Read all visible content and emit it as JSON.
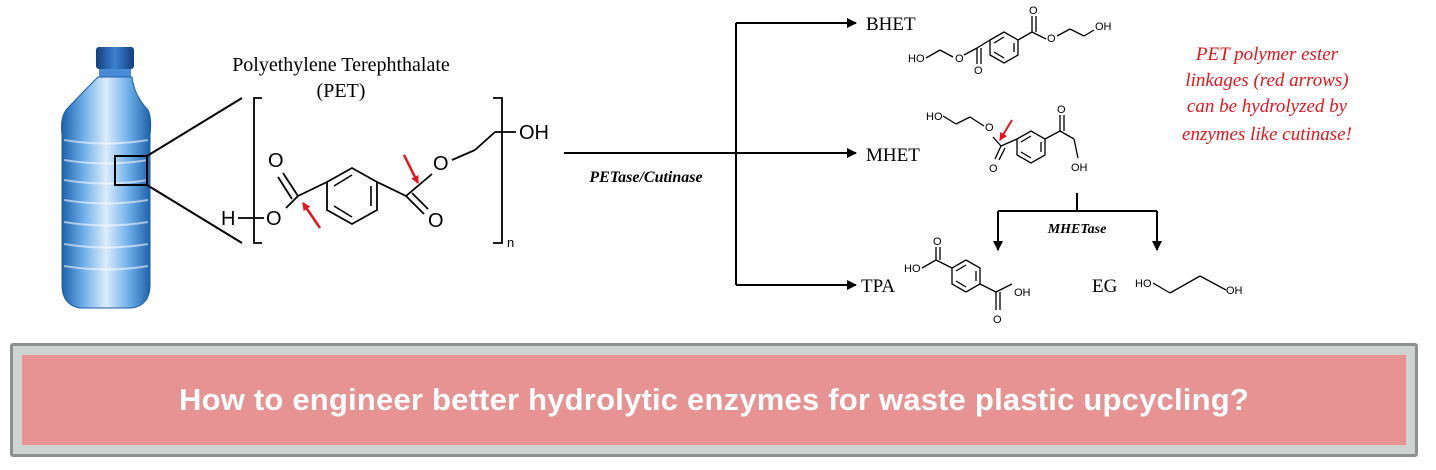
{
  "pet": {
    "title_line1": "Polyethylene Terephthalate",
    "title_line2": "(PET)",
    "atoms": {
      "o_carbonyl_left": "O",
      "o_ester_left": "O",
      "h_end": "H",
      "o_carbonyl_right": "O",
      "o_ester_right": "O",
      "oh_end": "OH",
      "repeat_n": "n"
    }
  },
  "enzyme_main": "PETase/Cutinase",
  "enzyme_secondary": "MHETase",
  "products": {
    "bhet": {
      "label": "BHET",
      "ho": "HO",
      "oh": "OH",
      "o1": "O",
      "o2": "O",
      "o3": "O",
      "o4": "O"
    },
    "mhet": {
      "label": "MHET",
      "ho": "HO",
      "o_ester": "O",
      "o_carbonyl": "O",
      "o_acid": "O",
      "oh": "OH"
    },
    "tpa": {
      "label": "TPA",
      "ho": "HO",
      "oh": "OH",
      "o_top": "O",
      "o_bottom": "O"
    },
    "eg": {
      "label": "EG",
      "ho": "HO",
      "oh": "OH"
    }
  },
  "note": {
    "line1": "PET polymer ester",
    "line2": "linkages (red arrows)",
    "line3": "can be hydrolyzed by",
    "line4": "enzymes like cutinase!"
  },
  "question": "How to engineer better hydrolytic enzymes for waste plastic upcycling?",
  "colors": {
    "note_red": "#e8141b",
    "arrow_red": "#e8141b",
    "banner_fill": "#e89393",
    "banner_border": "#8a918e",
    "bottle_blue": "#2f7fd0"
  }
}
